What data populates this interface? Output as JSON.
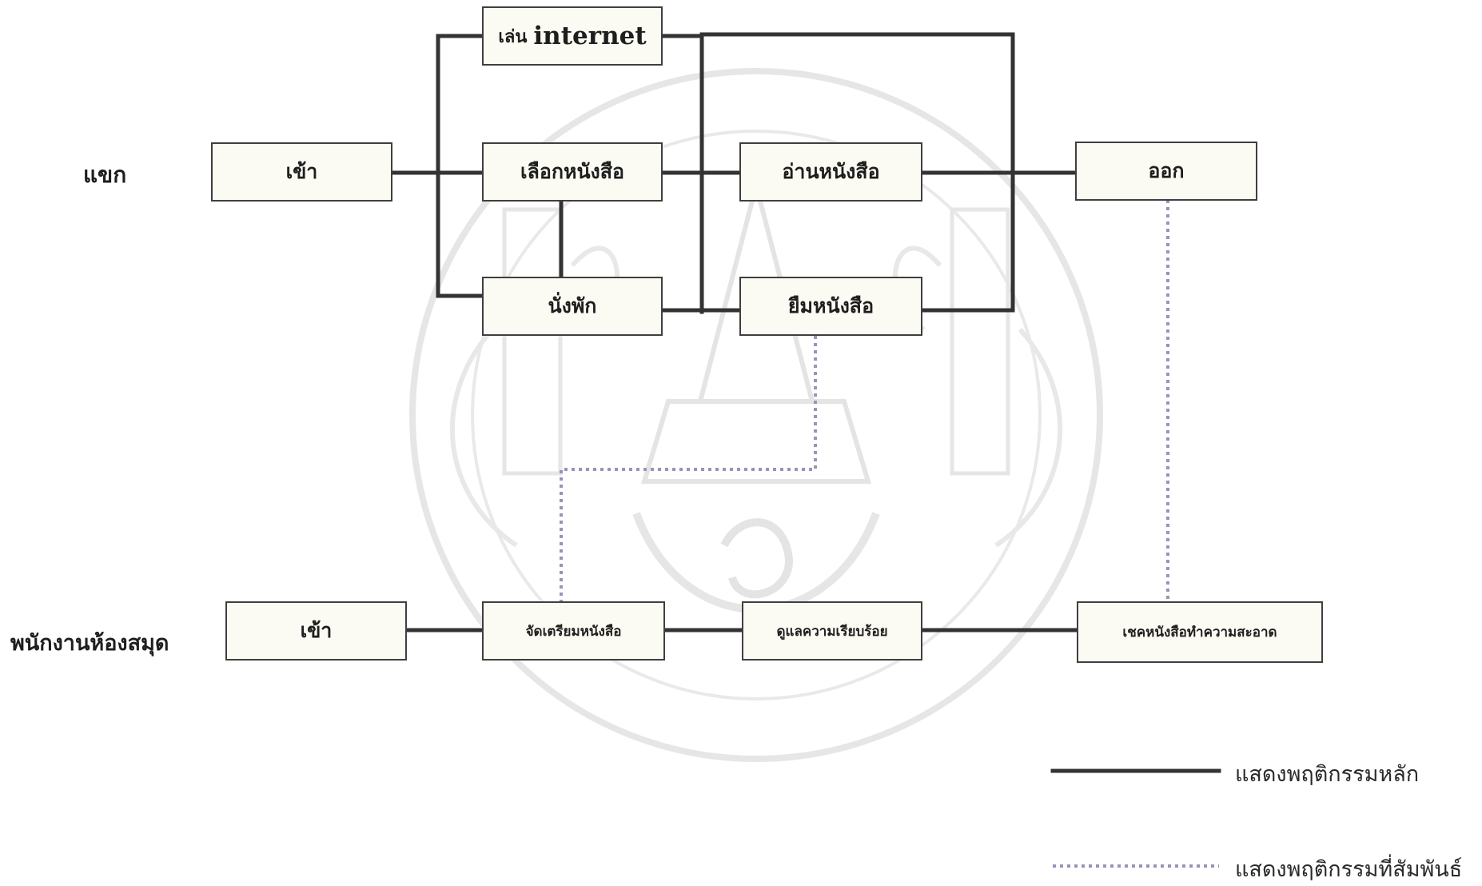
{
  "rows": {
    "guest_label": "แขก",
    "staff_label": "พนักงานห้องสมุด"
  },
  "guest_nodes": {
    "enter": "เข้า",
    "internet_prefix": "เล่น",
    "internet_word": "internet",
    "choose_book": "เลือกหนังสือ",
    "read_book": "อ่านหนังสือ",
    "rest": "นั่งพัก",
    "borrow_book": "ยืมหนังสือ",
    "exit": "ออก"
  },
  "staff_nodes": {
    "enter": "เข้า",
    "prepare_books": "จัดเตรียมหนังสือ",
    "maintain_order": "ดูแลความเรียบร้อย",
    "check_clean": "เชคหนังสือทำความสะอาด"
  },
  "legend": {
    "main_behavior": "แสดงพฤติกรรมหลัก",
    "related_behavior": "แสดงพฤติกรรมที่สัมพันธ์"
  },
  "colors": {
    "line": "#333333",
    "dotted": "#9a93b8",
    "box_fill": "#fbfbf3",
    "watermark": "#e3e3e3"
  }
}
